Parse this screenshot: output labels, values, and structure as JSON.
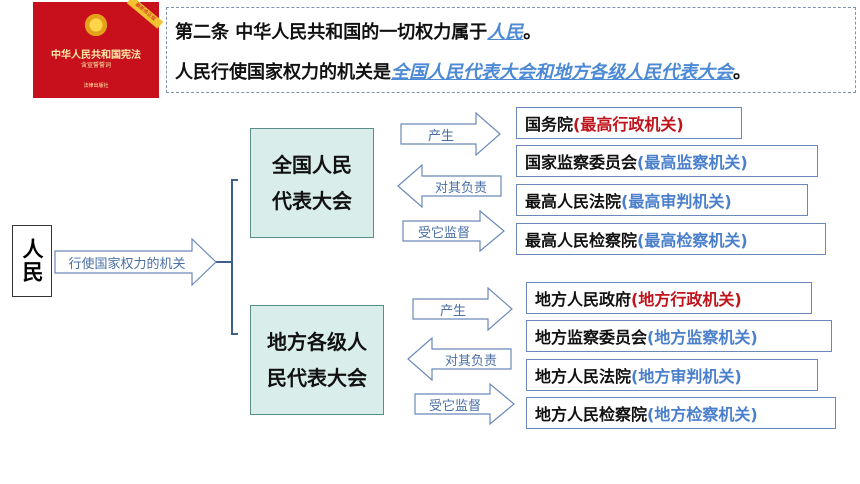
{
  "book": {
    "title": "中华人民共和国宪法",
    "subtitle": "含宣誓誓词",
    "publisher": "法律出版社",
    "ribbon": "最新修正版"
  },
  "article": {
    "line1_prefix": "第二条  中华人民共和国的一切权力属于",
    "line1_highlight": "人民",
    "line1_suffix": "。",
    "line2_prefix": "人民行使国家权力的机关是",
    "line2_highlight": "全国人民代表大会和地方各级人民代表大会",
    "line2_suffix": "。"
  },
  "people": "人民",
  "main_arrow_label": "行使国家权力的机关",
  "national": {
    "name_line1": "全国人民",
    "name_line2": "代表大会",
    "arrows": [
      "产生",
      "对其负责",
      "受它监督"
    ],
    "organs": [
      {
        "name": "国务院",
        "role": "(最高行政机关)",
        "color": "#c0141c"
      },
      {
        "name": "国家监察委员会",
        "role": "(最高监察机关)",
        "color": "#4a7fcc"
      },
      {
        "name": "最高人民法院",
        "role": "(最高审判机关)",
        "color": "#4a7fcc"
      },
      {
        "name": "最高人民检察院",
        "role": "(最高检察机关)",
        "color": "#4a7fcc"
      }
    ]
  },
  "local": {
    "name_line1": "地方各级人",
    "name_line2": "民代表大会",
    "arrows": [
      "产生",
      "对其负责",
      "受它监督"
    ],
    "organs": [
      {
        "name": "地方人民政府",
        "role": "(地方行政机关)",
        "color": "#c0141c"
      },
      {
        "name": "地方监察委员会",
        "role": "(地方监察机关)",
        "color": "#4a7fcc"
      },
      {
        "name": "地方人民法院",
        "role": "(地方审判机关)",
        "color": "#4a7fcc"
      },
      {
        "name": "地方人民检察院",
        "role": "(地方检察机关)",
        "color": "#4a7fcc"
      }
    ]
  }
}
